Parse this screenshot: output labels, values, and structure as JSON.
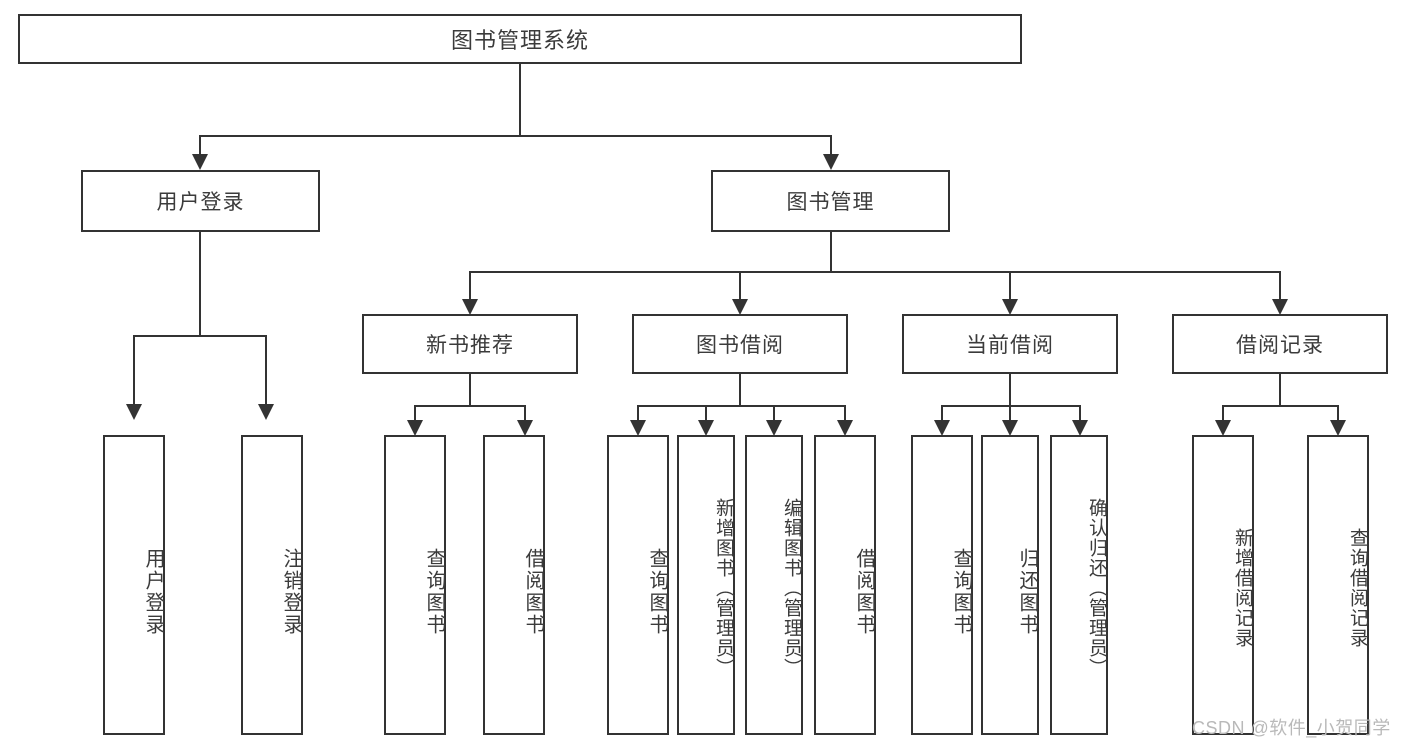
{
  "diagram": {
    "title_node": {
      "label": "图书管理系统"
    },
    "level2": [
      {
        "id": "user-login",
        "label": "用户登录"
      },
      {
        "id": "book-management",
        "label": "图书管理"
      }
    ],
    "level3": [
      {
        "id": "new-book-recommend",
        "label": "新书推荐"
      },
      {
        "id": "book-borrow",
        "label": "图书借阅"
      },
      {
        "id": "current-borrow",
        "label": "当前借阅"
      },
      {
        "id": "borrow-record",
        "label": "借阅记录"
      }
    ],
    "leaves": [
      {
        "id": "leaf-user-login",
        "label": "用户登录"
      },
      {
        "id": "leaf-logout-login",
        "label": "注销登录"
      },
      {
        "id": "leaf-query-book-1",
        "label": "查询图书"
      },
      {
        "id": "leaf-borrow-book-1",
        "label": "借阅图书"
      },
      {
        "id": "leaf-query-book-2",
        "label": "查询图书"
      },
      {
        "id": "leaf-add-book-admin",
        "label": "新增图书（管理员）"
      },
      {
        "id": "leaf-edit-book-admin",
        "label": "编辑图书（管理员）"
      },
      {
        "id": "leaf-borrow-book-2",
        "label": "借阅图书"
      },
      {
        "id": "leaf-query-book-3",
        "label": "查询图书"
      },
      {
        "id": "leaf-return-book",
        "label": "归还图书"
      },
      {
        "id": "leaf-confirm-return-admin",
        "label": "确认归还（管理员）"
      },
      {
        "id": "leaf-add-borrow-record",
        "label": "新增借阅记录"
      },
      {
        "id": "leaf-query-borrow-record",
        "label": "查询借阅记录"
      }
    ],
    "watermark": {
      "text": "CSDN @软件_小贺同学"
    },
    "colors": {
      "stroke": "#333333",
      "text": "#3b3b3b",
      "background": "#ffffff",
      "watermark": "#b9b9b9"
    }
  }
}
